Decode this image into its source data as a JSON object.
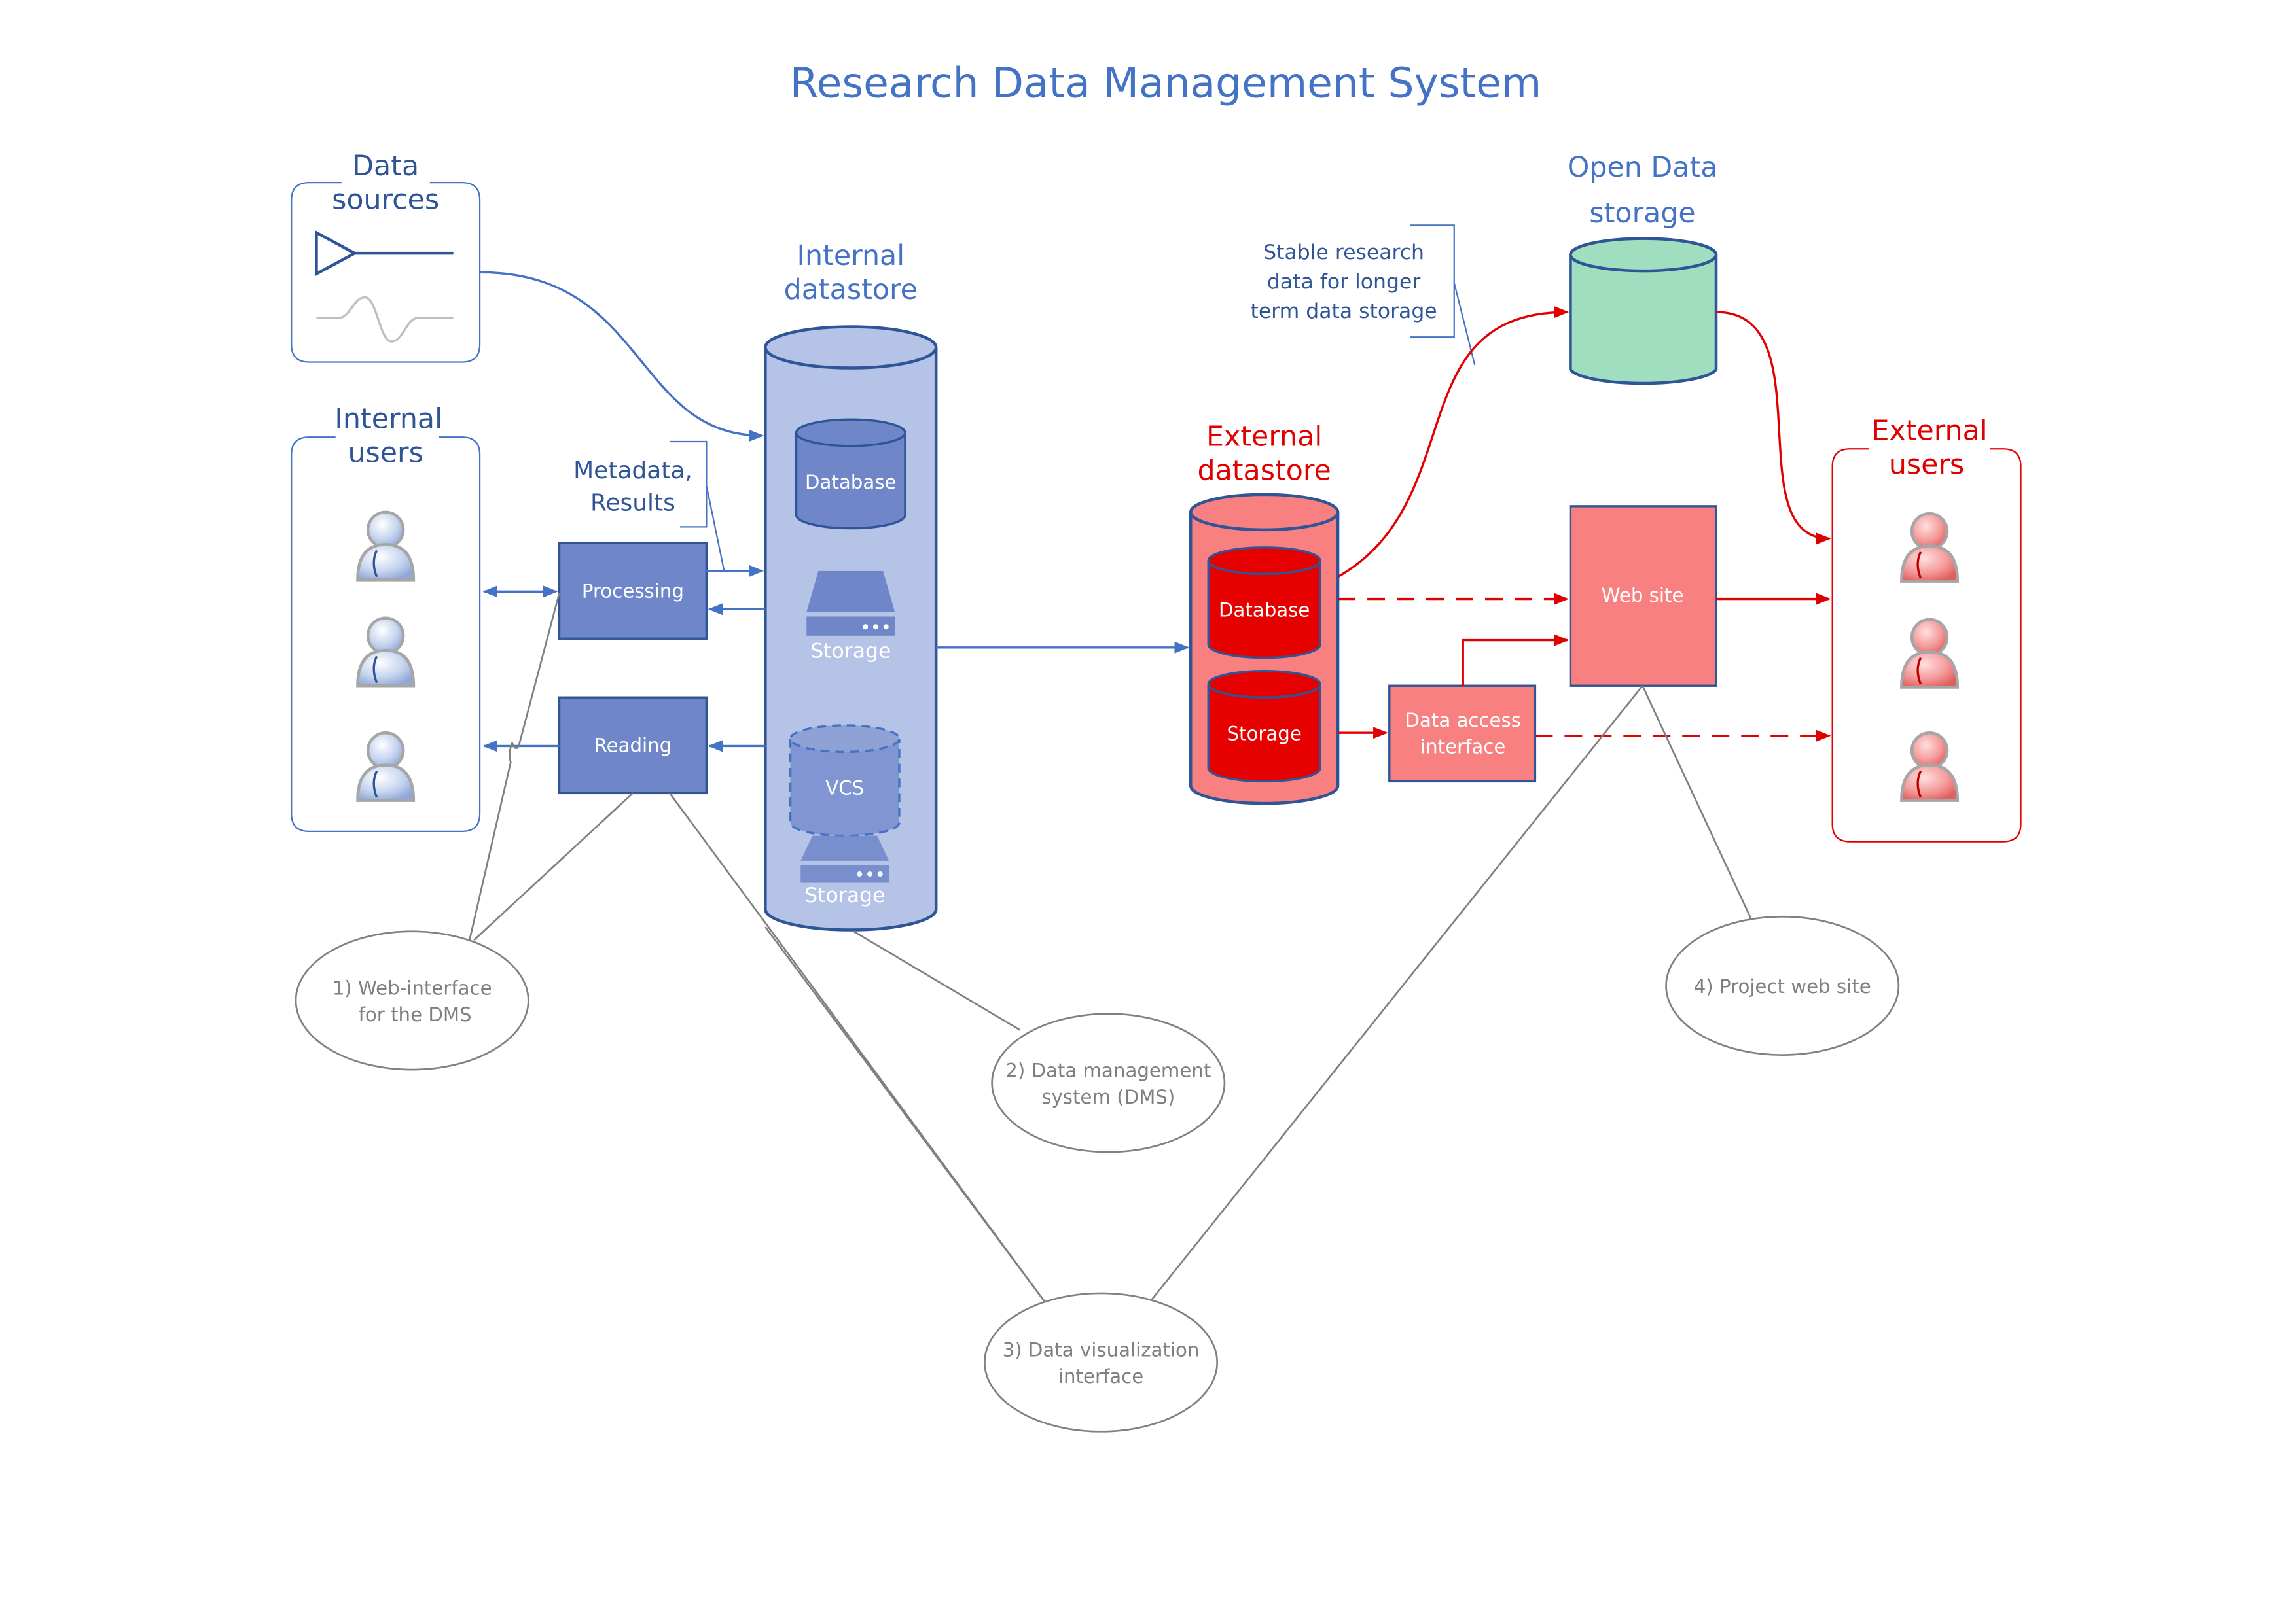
{
  "title": "Research Data Management System",
  "data_sources": {
    "title_line1": "Data",
    "title_line2": "sources"
  },
  "internal_users": {
    "title_line1": "Internal",
    "title_line2": "users"
  },
  "internal_datastore": {
    "title_line1": "Internal",
    "title_line2": "datastore",
    "database_label": "Database",
    "storage_label": "Storage",
    "vcs_label": "VCS",
    "vcs_storage_label": "Storage"
  },
  "metadata_note": {
    "line1": "Metadata,",
    "line2": "Results"
  },
  "processing_label": "Processing",
  "reading_label": "Reading",
  "external_datastore": {
    "title_line1": "External",
    "title_line2": "datastore",
    "database_label": "Database",
    "storage_label": "Storage"
  },
  "data_access_interface": {
    "line1": "Data access",
    "line2": "interface"
  },
  "web_site_label": "Web site",
  "open_data_storage": {
    "title_line1": "Open Data",
    "title_line2": "storage"
  },
  "stable_note": {
    "line1": "Stable research",
    "line2": "data for longer",
    "line3": "term data storage"
  },
  "external_users": {
    "title_line1": "External",
    "title_line2": "users"
  },
  "callouts": {
    "c1": {
      "line1": "1) Web-interface",
      "line2": "for the DMS"
    },
    "c2": {
      "line1": "2) Data management",
      "line2": "system (DMS)"
    },
    "c3": {
      "line1": "3) Data visualization",
      "line2": "interface"
    },
    "c4": {
      "line1": "4) Project web site"
    }
  },
  "colors": {
    "internal_blue": "#4472c4",
    "box_blue": "#6f86c9",
    "cylinder_blue": "#b4c3e6",
    "external_red": "#e00000",
    "light_red": "#f88080",
    "open_green": "#9fdfbf",
    "callout_gray": "#808080"
  }
}
